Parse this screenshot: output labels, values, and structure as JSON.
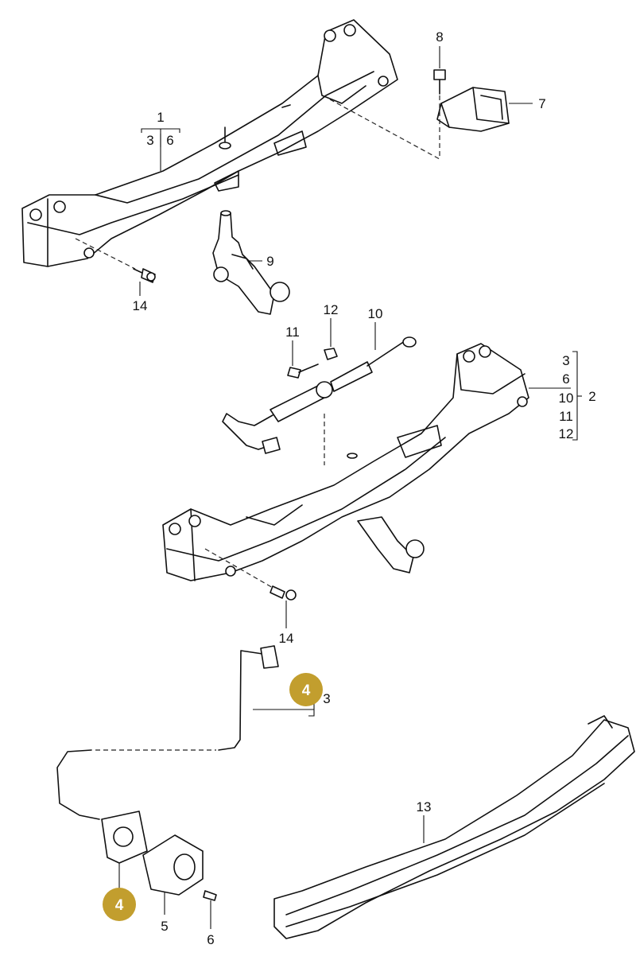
{
  "callouts": {
    "c1": "1",
    "c1_a": "3",
    "c1_b": "6",
    "c2": "2",
    "c2_l1": "3",
    "c2_l2": "6",
    "c2_l3": "10",
    "c2_l4": "11",
    "c2_l5": "12",
    "c3": "3",
    "c4_badge_top": "4",
    "c4_badge_bottom": "4",
    "c5": "5",
    "c6": "6",
    "c7": "7",
    "c8": "8",
    "c9": "9",
    "c10": "10",
    "c11": "11",
    "c12": "12",
    "c13": "13",
    "c14_top": "14",
    "c14_bottom": "14"
  },
  "colors": {
    "badge": "#C29E2E",
    "line": "#111111",
    "background": "#ffffff"
  }
}
